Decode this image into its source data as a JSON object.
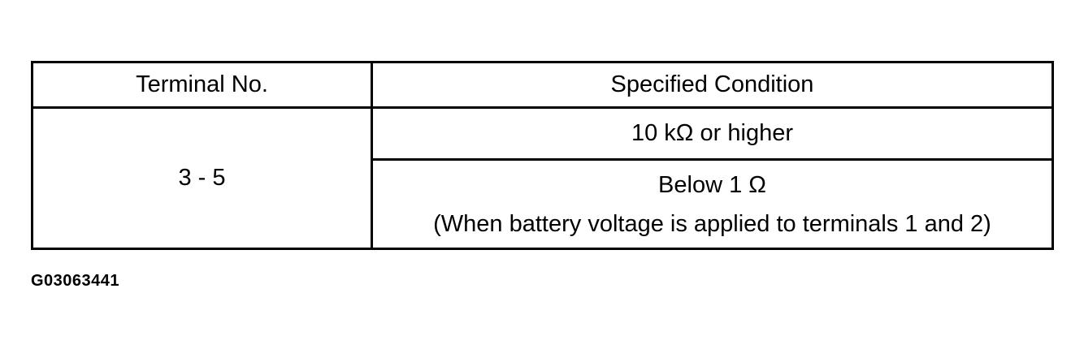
{
  "table": {
    "headers": {
      "terminal": "Terminal No.",
      "condition": "Specified Condition"
    },
    "terminal_value": "3 - 5",
    "conditions": [
      {
        "main": "10 kΩ or higher",
        "note": ""
      },
      {
        "main": "Below 1 Ω",
        "note": "(When battery voltage is applied to terminals 1 and 2)"
      }
    ]
  },
  "figure_id": "G03063441"
}
